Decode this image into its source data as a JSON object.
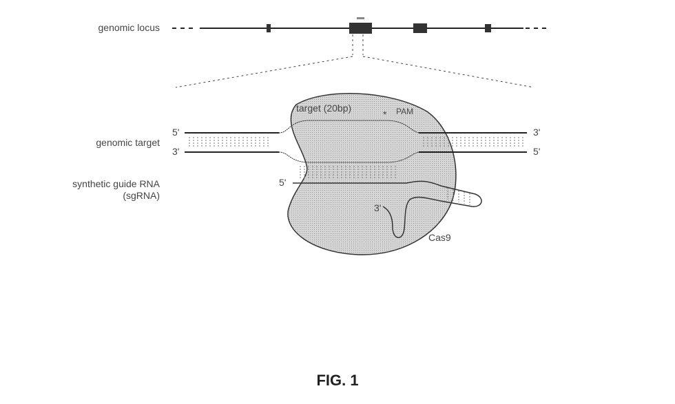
{
  "labels": {
    "genomic_locus": "genomic locus",
    "genomic_target": "genomic target",
    "sgrna_line1": "synthetic guide RNA",
    "sgrna_line2": "(sgRNA)",
    "target": "target (20bp)",
    "pam": "PAM",
    "star": "*",
    "cas9": "Cas9",
    "top_left_5": "5'",
    "bottom_left_3": "3'",
    "top_right_3": "3'",
    "bottom_right_5": "5'",
    "guide_5": "5'",
    "guide_3": "3'"
  },
  "caption": "FIG. 1",
  "colors": {
    "ink": "#222222",
    "cas9_fill": "#c8c8c8",
    "text": "#444444"
  }
}
